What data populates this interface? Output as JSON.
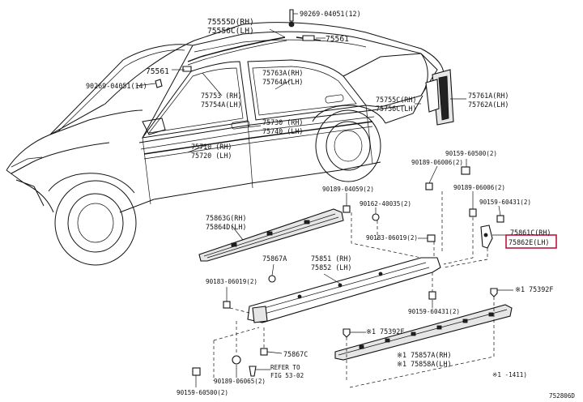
{
  "diagram": {
    "labels": {
      "p90269_12": "90269-04051(12)",
      "p75555D": "75555D(RH)",
      "p75556C": "75556C(LH)",
      "p75561_top": "75561",
      "p75561_left": "75561",
      "p90269_14": "90269-04051(14)",
      "p75763A": "75763A(RH)",
      "p75764A": "75764A(LH)",
      "p75753": "75753 (RH)",
      "p75754A": "75754A(LH)",
      "p75755C": "75755C(RH)",
      "p75756C": "75756C(LH)",
      "p75761A": "75761A(RH)",
      "p75762A": "75762A(LH)",
      "p75730": "75730 (RH)",
      "p75740": "75740 (LH)",
      "p75710": "75710 (RH)",
      "p75720": "75720 (LH)",
      "p90159_2a": "90159-60500(2)",
      "p90189_06006_a": "90189-06006(2)",
      "p90189_06006_b": "90189-06006(2)",
      "p90159_60431_a": "90159-60431(2)",
      "p90189_04059": "90189-04059(2)",
      "p90162": "90162-40035(2)",
      "p75861C": "75861C(RH)",
      "p75862E": "75862E(LH)",
      "p90183_a": "90183-06019(2)",
      "p75863G": "75863G(RH)",
      "p75864D": "75864D(LH)",
      "p75867A": "75867A",
      "p75851": "75851 (RH)",
      "p75852": "75852 (LH)",
      "p90183_b": "90183-06019(2)",
      "p75392F_r": "※1 75392F",
      "p90159_60431_b": "90159-60431(2)",
      "p75392F_m": "※1 75392F",
      "p75867C": "75867C",
      "p75857A": "※1 75857A(RH)",
      "p75858A": "※1 75858A(LH)",
      "p_refer1": "REFER TO",
      "p_refer2": "FIG 53-02",
      "p90189_06065": "90189-06065(2)",
      "p90159_b": "90159-60500(2)",
      "footnote": "※1  -1411)",
      "fig_id": "752806D"
    }
  }
}
